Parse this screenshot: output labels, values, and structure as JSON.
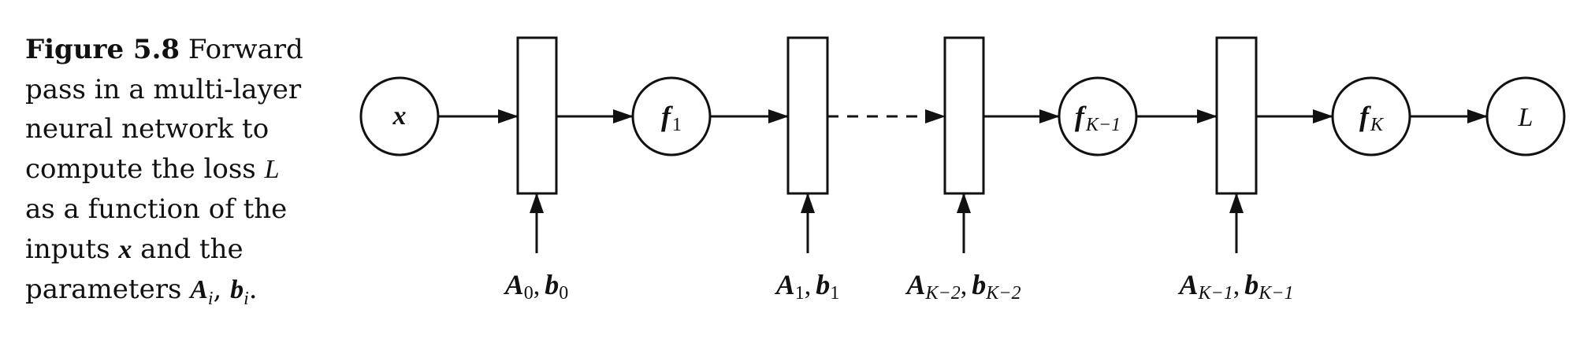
{
  "caption": {
    "figure_label": "Figure 5.8",
    "text_line1": "Forward",
    "text_line2": "pass in a multi-layer",
    "text_line3": "neural network to",
    "text_line4": "compute the loss",
    "loss_symbol": "L",
    "text_line5": "as a function of the",
    "text_line6a": "inputs",
    "input_symbol": "x",
    "text_line6b": "and the",
    "text_line7": "parameters",
    "param_A": "A",
    "param_A_sub": "i",
    "param_sep": ",",
    "param_b": "b",
    "param_b_sub": "i",
    "text_end": "."
  },
  "diagram": {
    "nodes": [
      {
        "id": "x",
        "main": "x",
        "sub": "",
        "style": "bold-italic"
      },
      {
        "id": "f1",
        "main": "f",
        "sub": "1",
        "style": "bold-italic"
      },
      {
        "id": "fK-1",
        "main": "f",
        "sub": "K−1",
        "style": "bold-italic"
      },
      {
        "id": "fK",
        "main": "f",
        "sub": "K",
        "style": "bold-italic"
      },
      {
        "id": "L",
        "main": "L",
        "sub": "",
        "style": "italic"
      }
    ],
    "params": [
      {
        "A": "A",
        "A_sub": "0",
        "sep": ",",
        "b": "b",
        "b_sub": "0"
      },
      {
        "A": "A",
        "A_sub": "1",
        "sep": ",",
        "b": "b",
        "b_sub": "1"
      },
      {
        "A": "A",
        "A_sub": "K−2",
        "sep": ",",
        "b": "b",
        "b_sub": "K−2"
      },
      {
        "A": "A",
        "A_sub": "K−1",
        "sep": ",",
        "b": "b",
        "b_sub": "K−1"
      }
    ]
  }
}
